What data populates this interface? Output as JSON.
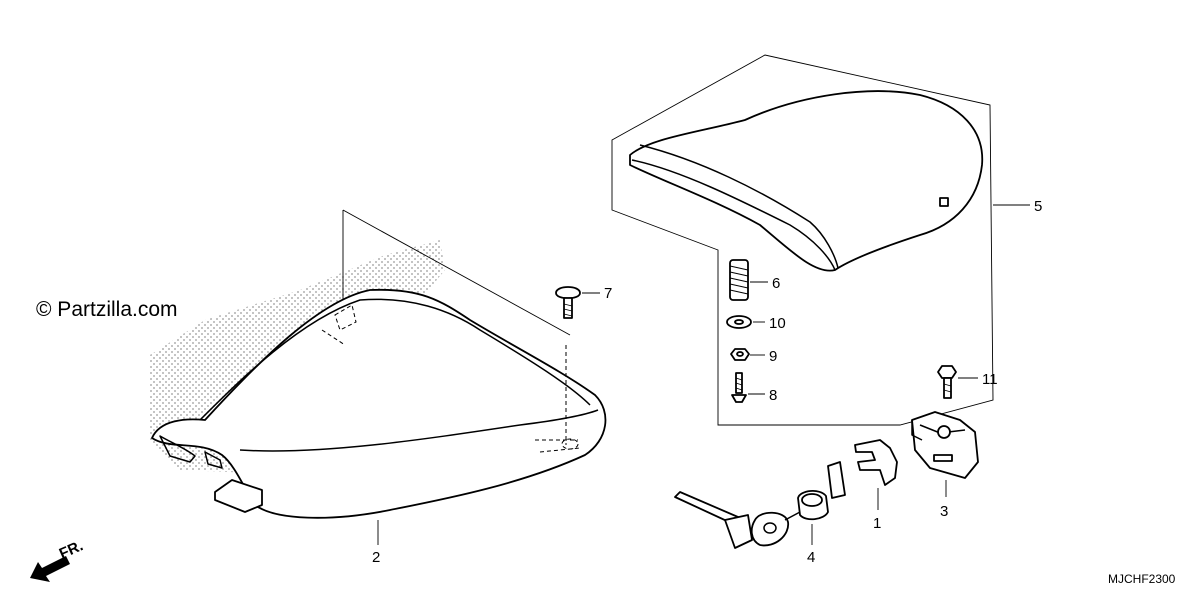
{
  "watermark": "© Partzilla.com",
  "direction_label": "FR.",
  "diagram_code": "MJCHF2300",
  "callouts": {
    "p1": "1",
    "p2": "2",
    "p3": "3",
    "p4": "4",
    "p5": "5",
    "p6": "6",
    "p7": "7",
    "p8": "8",
    "p9": "9",
    "p10": "10",
    "p11": "11"
  }
}
